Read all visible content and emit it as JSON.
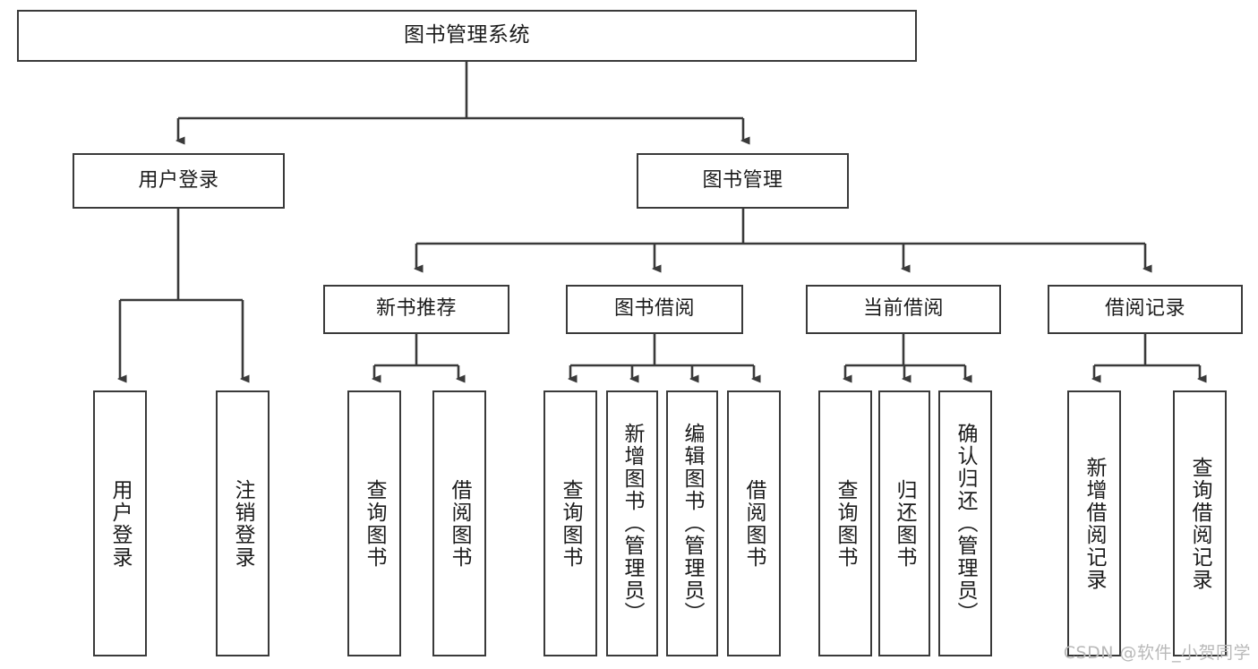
{
  "diagram": {
    "type": "tree-hierarchy-chart",
    "title_node": {
      "label": "图书管理系统"
    },
    "level2": [
      {
        "id": "user-login",
        "label": "用户登录"
      },
      {
        "id": "book-management",
        "label": "图书管理"
      }
    ],
    "level3": [
      {
        "id": "new-book-recommend",
        "label": "新书推荐"
      },
      {
        "id": "book-borrow",
        "label": "图书借阅"
      },
      {
        "id": "current-borrow",
        "label": "当前借阅"
      },
      {
        "id": "borrow-record",
        "label": "借阅记录"
      }
    ],
    "leaves": [
      {
        "id": "leaf-user-login",
        "parent": "user-login",
        "label": "用户登录"
      },
      {
        "id": "leaf-logout-login",
        "parent": "user-login",
        "label": "注销登录"
      },
      {
        "id": "leaf-query-book-1",
        "parent": "new-book-recommend",
        "label": "查询图书"
      },
      {
        "id": "leaf-borrow-book-1",
        "parent": "new-book-recommend",
        "label": "借阅图书"
      },
      {
        "id": "leaf-query-book-2",
        "parent": "book-borrow",
        "label": "查询图书"
      },
      {
        "id": "leaf-add-book",
        "parent": "book-borrow",
        "label": "新增图书（管理员）"
      },
      {
        "id": "leaf-edit-book",
        "parent": "book-borrow",
        "label": "编辑图书（管理员）"
      },
      {
        "id": "leaf-borrow-book-2",
        "parent": "book-borrow",
        "label": "借阅图书"
      },
      {
        "id": "leaf-query-book-3",
        "parent": "current-borrow",
        "label": "查询图书"
      },
      {
        "id": "leaf-return-book",
        "parent": "current-borrow",
        "label": "归还图书"
      },
      {
        "id": "leaf-confirm-return",
        "parent": "current-borrow",
        "label": "确认归还（管理员）"
      },
      {
        "id": "leaf-add-record",
        "parent": "borrow-record",
        "label": "新增借阅记录"
      },
      {
        "id": "leaf-query-record",
        "parent": "borrow-record",
        "label": "查询借阅记录"
      }
    ],
    "watermark": "CSDN @软件_小贺同学",
    "colors": {
      "stroke": "#3a3a3a",
      "fill": "#ffffff",
      "text": "#1b1b1b",
      "watermark": "#b9b9b9"
    }
  }
}
